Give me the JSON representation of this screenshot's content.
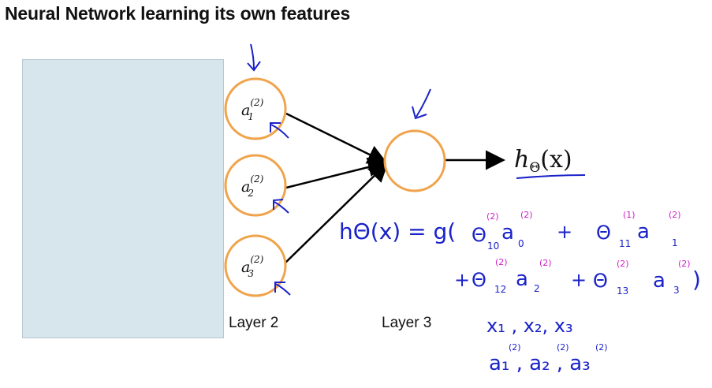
{
  "title": "Neural Network learning its own features",
  "layers": {
    "layer2": "Layer 2",
    "layer3": "Layer 3"
  },
  "nodes": {
    "a1": {
      "base": "a",
      "sub": "1",
      "sup": "(2)"
    },
    "a2": {
      "base": "a",
      "sub": "2",
      "sup": "(2)"
    },
    "a3": {
      "base": "a",
      "sub": "3",
      "sup": "(2)"
    }
  },
  "output": {
    "h": "h",
    "theta": "Θ",
    "arg": "(x)"
  },
  "handwriting": {
    "lhs": "hΘ(x) = g(",
    "t10": "Θ",
    "t10_sup": "(2)",
    "t10_sub": "10",
    "a0": "a",
    "a0_sup": "(2)",
    "a0_sub": "0",
    "plus1": "+",
    "t11": "Θ",
    "t11_sup": "(1)",
    "t11_sub": "11",
    "a1": "a",
    "a1_sup": "(2)",
    "a1_sub": "1",
    "plus2": "+",
    "t12": "Θ",
    "t12_sup": "(2)",
    "t12_sub": "12",
    "a2": "a",
    "a2_sup": "(2)",
    "a2_sub": "2",
    "plus3": "+",
    "t13": "Θ",
    "t13_sup": "(2)",
    "t13_sub": "13",
    "a3": "a",
    "a3_sup": "(2)",
    "a3_sub": "3",
    "close": ")",
    "xs": "x₁ , x₂, x₃",
    "as_line": "a₁ , a₂ , a₃",
    "as_sup": "(2)"
  },
  "colors": {
    "node_stroke": "#f0a34a",
    "ink_blue": "#1a22c9",
    "ink_magenta": "#d21fc8",
    "overlay": "#d7e5ec"
  }
}
